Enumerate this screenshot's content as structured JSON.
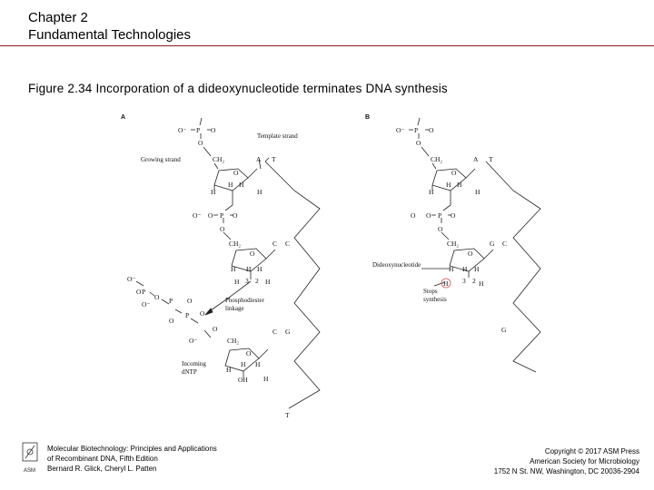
{
  "header": {
    "chapter": "Chapter 2",
    "chapter_title": "Fundamental Technologies",
    "rule_color": "#8b1f1f"
  },
  "figure": {
    "title": "Figure 2.34  Incorporation of a dideoxynucleotide terminates DNA synthesis",
    "panel_a": {
      "label": "A",
      "growing_strand": "Growing strand",
      "template_strand": "Template strand",
      "phosphodiester_1": "Phosphodiester",
      "phosphodiester_2": "linkage",
      "incoming_1": "Incoming",
      "incoming_2": "dNTP",
      "bases_left": [
        "A",
        "C",
        "C"
      ],
      "bases_right": [
        "T",
        "C",
        "G"
      ],
      "bottom_base": "T",
      "oh_group": "OH"
    },
    "panel_b": {
      "label": "B",
      "dideoxynucleotide": "Dideoxynucleotide",
      "stops_1": "Stops",
      "stops_2": "synthesis",
      "bases_left": [
        "A",
        "G"
      ],
      "bases_right": [
        "T",
        "C"
      ],
      "bottom_base": "G",
      "highlight_color": "#d9534f"
    }
  },
  "footer": {
    "book_line1": "Molecular Biotechnology: Principles and Applications",
    "book_line2": "of Recombinant DNA, Fifth Edition",
    "book_line3": "Bernard R. Glick, Cheryl L. Patten",
    "copyright_line1": "Copyright © 2017 ASM Press",
    "copyright_line2": "American Society for Microbiology",
    "copyright_line3": "1752 N St. NW, Washington, DC 20036-2904",
    "logo_text": "ASM"
  }
}
